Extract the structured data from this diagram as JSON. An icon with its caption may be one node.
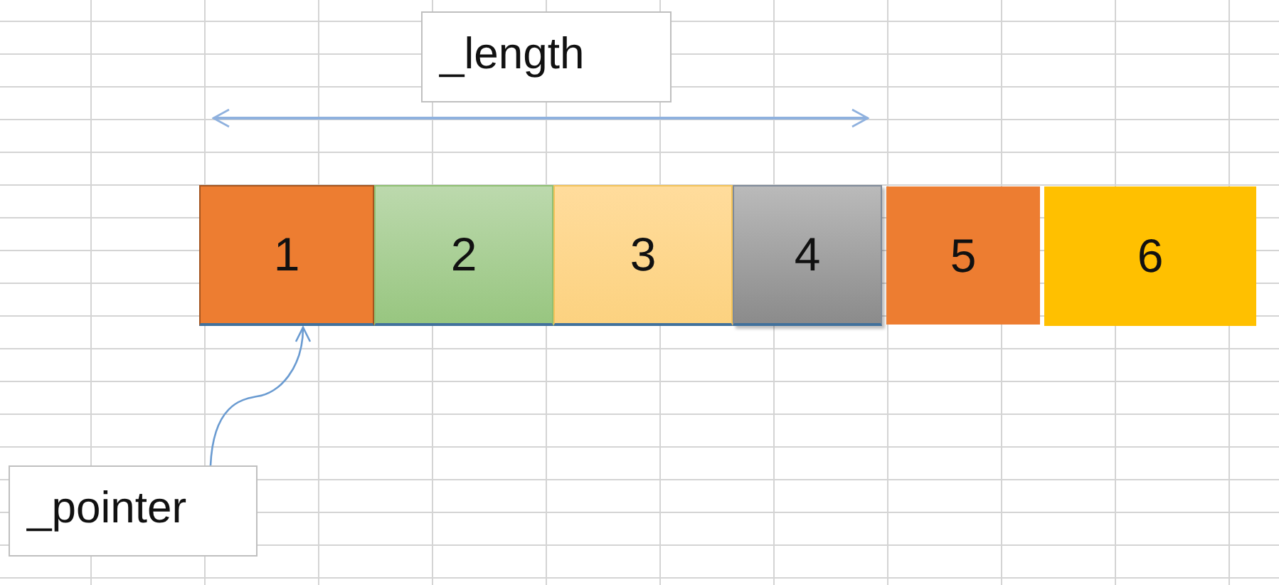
{
  "diagram": {
    "nodes": [
      {
        "text": [
          "_length"
        ]
      },
      {
        "text": [
          "1"
        ]
      },
      {
        "text": [
          "2"
        ]
      },
      {
        "text": [
          "3"
        ]
      },
      {
        "text": [
          "4"
        ]
      },
      {
        "text": [
          "5"
        ]
      },
      {
        "text": [
          "6"
        ]
      },
      {
        "text": [
          "_pointer"
        ]
      }
    ],
    "edges": [
      {
        "from": 7,
        "to": 1,
        "arrow": "to"
      }
    ]
  }
}
